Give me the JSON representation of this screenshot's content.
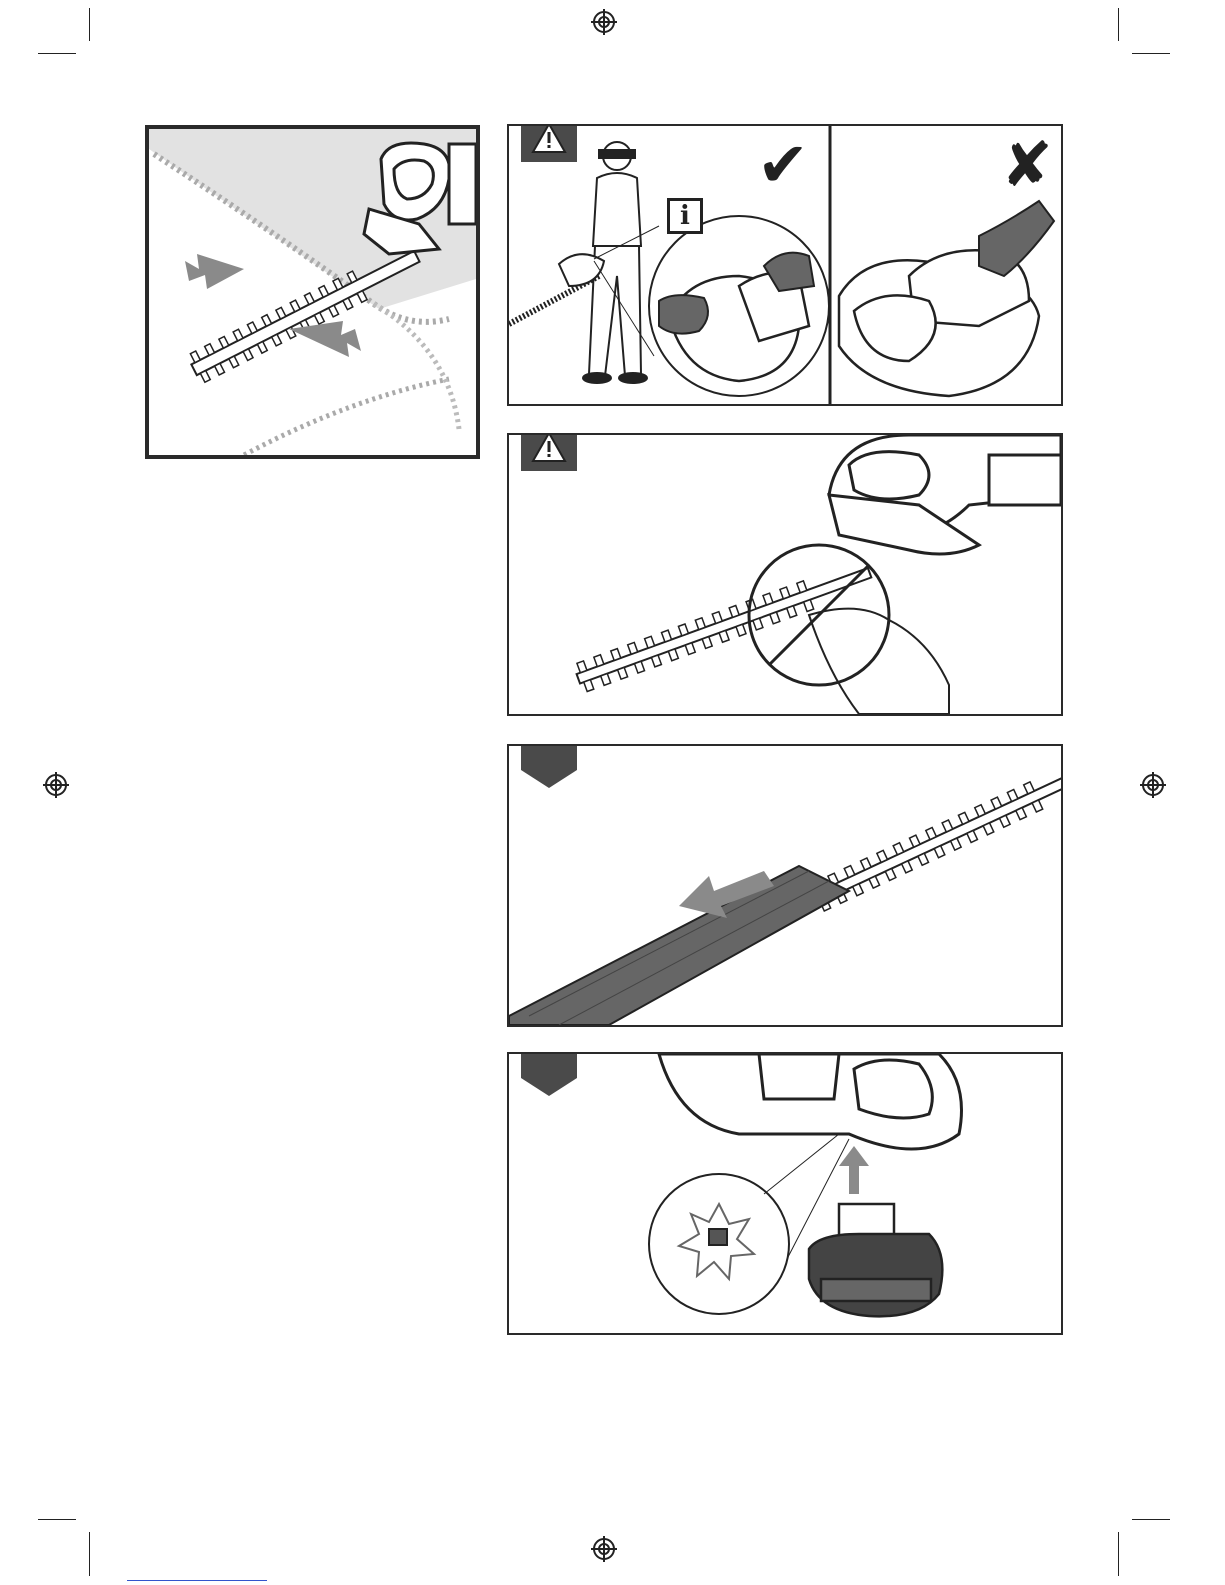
{
  "page": {
    "background": "#ffffff",
    "line_color": "#2a2a2a",
    "tab_color": "#4a4a4a",
    "arrow_color": "#8a8a8a"
  },
  "panels": [
    {
      "id": "hedge-trimming",
      "icon": "hedge-trimmer-icon"
    },
    {
      "id": "two-hand-grip",
      "warning": true,
      "correct_mark": "✔",
      "wrong_mark": "✘",
      "info_label": "i"
    },
    {
      "id": "blade-hazard",
      "warning": true
    },
    {
      "id": "blade-cover-removal",
      "step_tab": true
    },
    {
      "id": "battery-insertion",
      "step_tab": true
    }
  ]
}
